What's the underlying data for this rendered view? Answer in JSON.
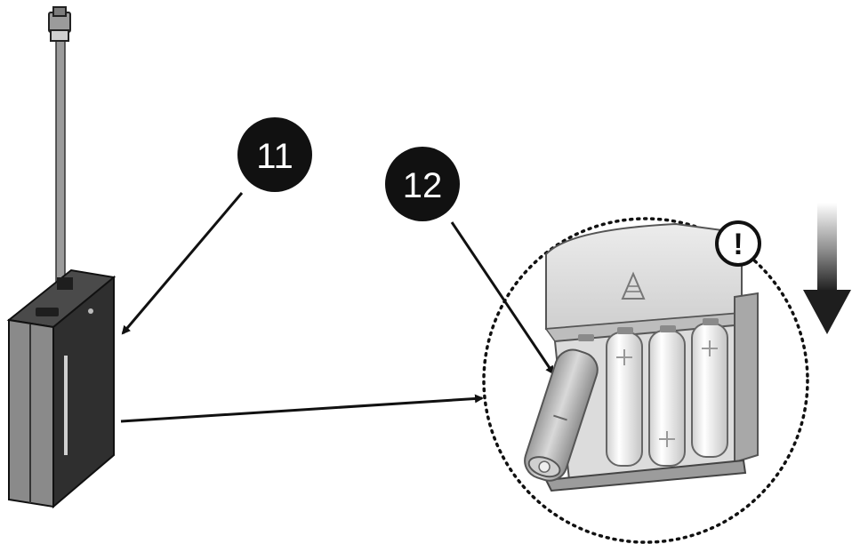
{
  "callouts": [
    {
      "id": "11",
      "label": "11"
    },
    {
      "id": "12",
      "label": "12"
    }
  ],
  "warning": {
    "symbol": "!",
    "icon": "warning-exclamation-icon"
  },
  "direction_arrow": {
    "icon": "down-arrow-icon"
  },
  "components": {
    "transmitter": "bodypack-transmitter",
    "antenna": "antenna",
    "battery_compartment": "battery-compartment",
    "batteries": 4
  },
  "colors": {
    "ink": "#111111",
    "housing": "#2f2f2f",
    "housing_light": "#8a8a8a",
    "battery": "#f2f2f2",
    "battery_shade": "#bdbdbd"
  }
}
